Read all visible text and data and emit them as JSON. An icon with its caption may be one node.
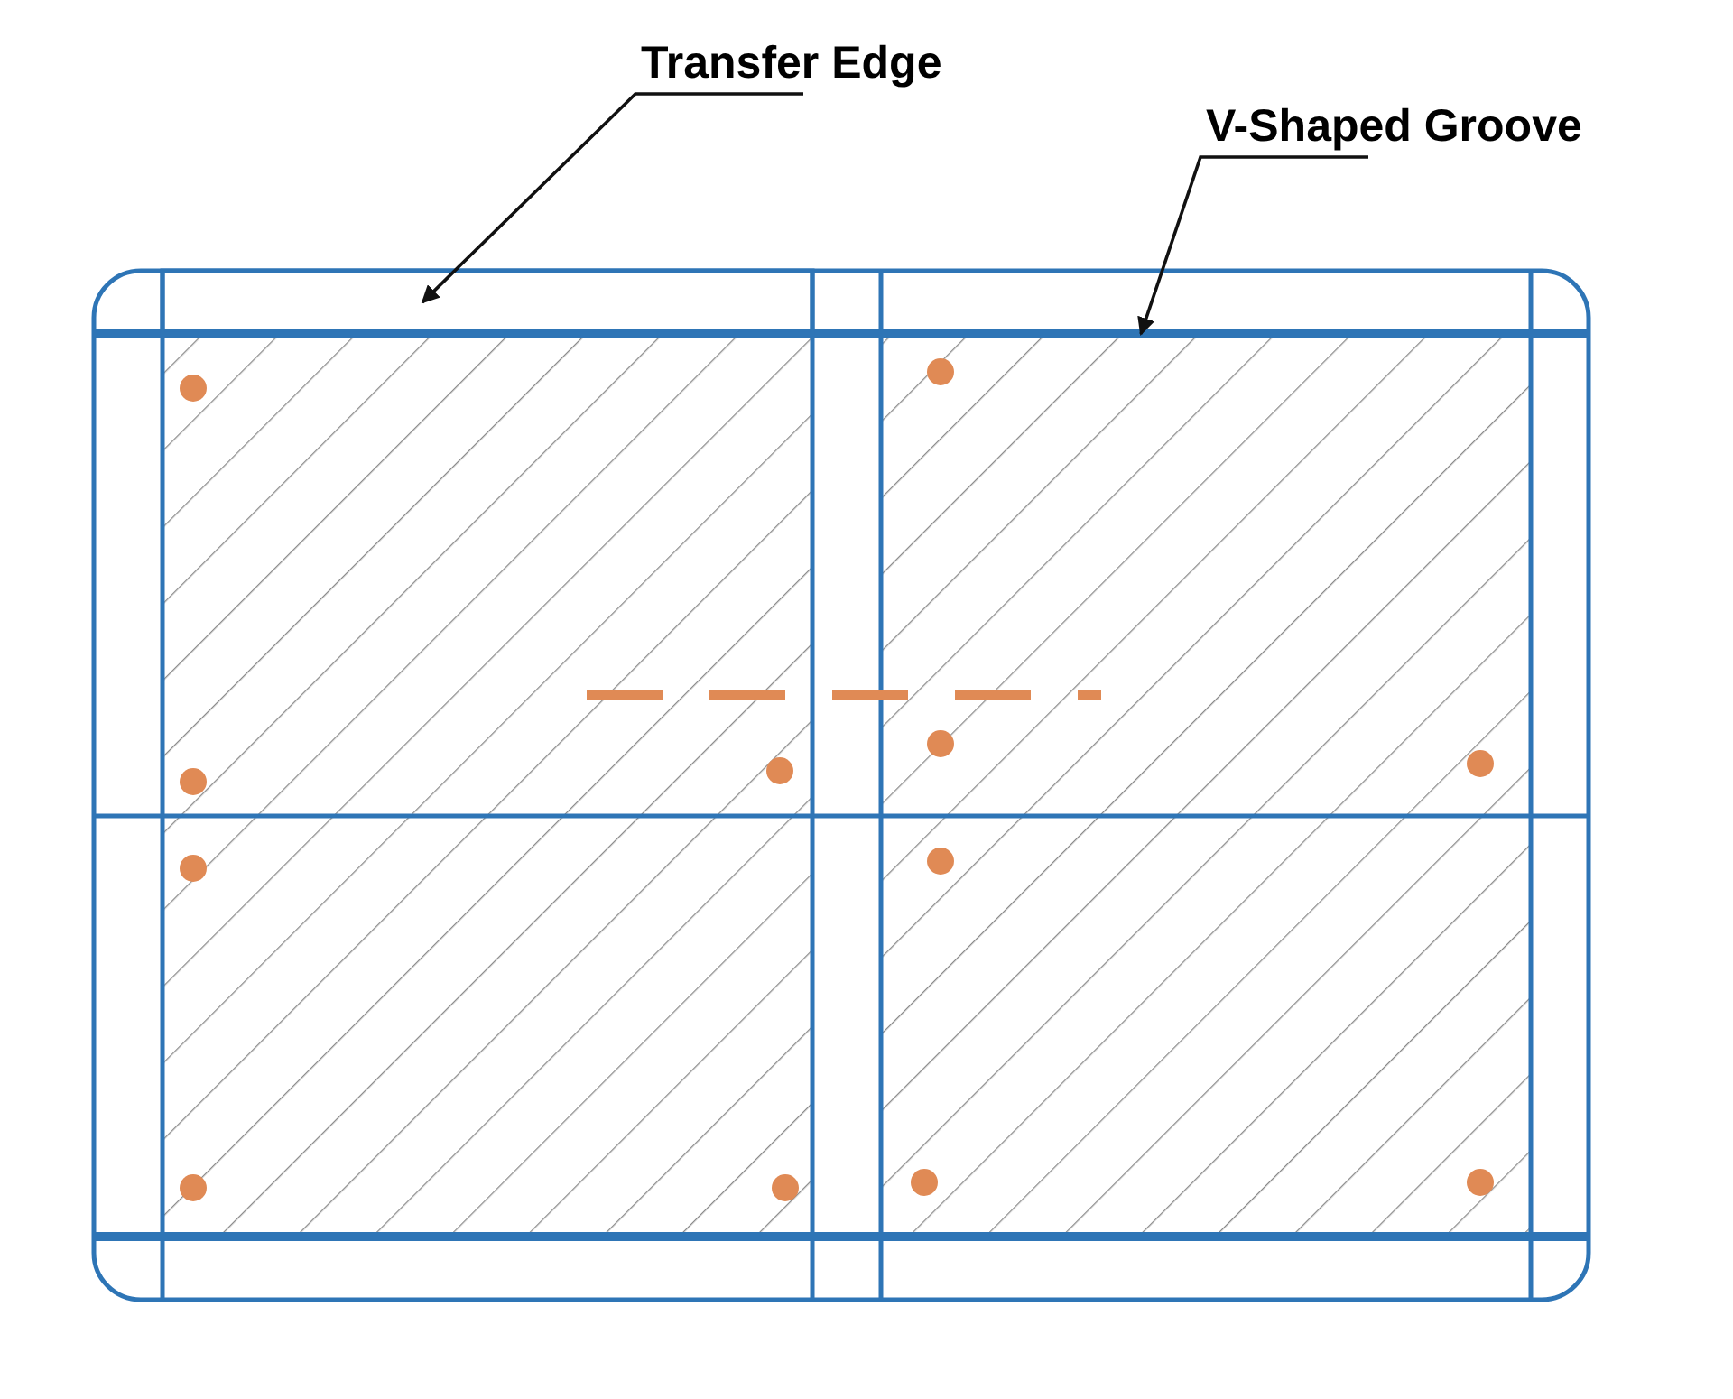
{
  "diagram": {
    "nodes": [
      {
        "text": [
          "Transfer Edge"
        ]
      },
      {
        "text": [],
        "shape": "bar"
      },
      {
        "text": [
          "V-Shaped Groove"
        ]
      },
      {
        "text": [],
        "shape": "bar"
      }
    ],
    "edges": [
      {
        "from": 0,
        "to": 1,
        "arrow": "to"
      },
      {
        "from": 2,
        "to": 3,
        "arrow": "to"
      }
    ]
  }
}
